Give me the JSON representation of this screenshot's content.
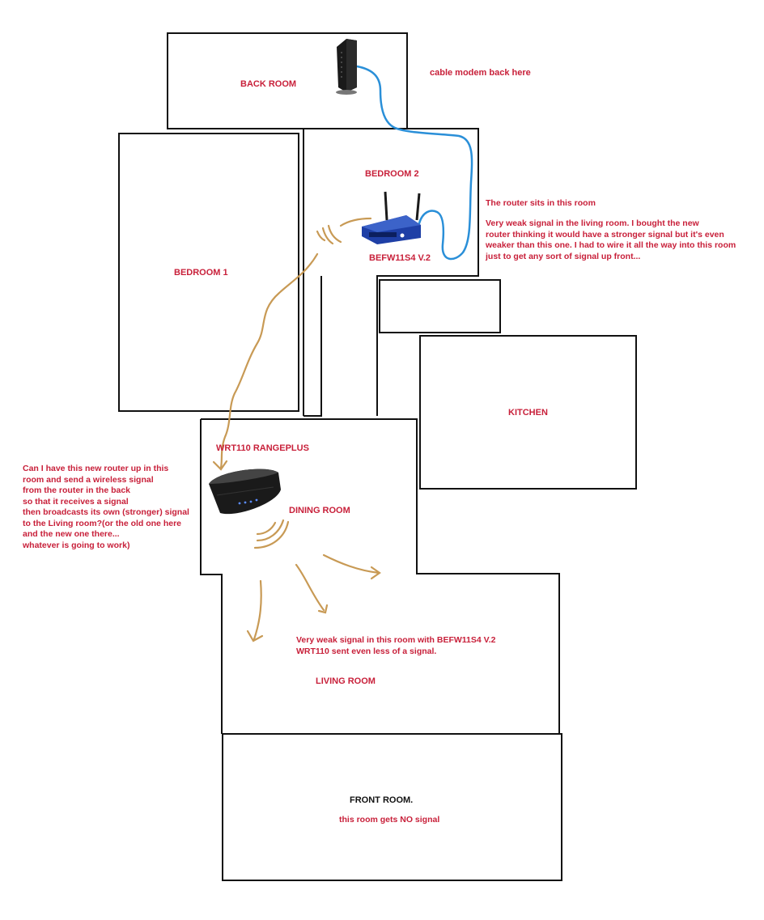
{
  "rooms": {
    "back_room": "BACK ROOM",
    "bedroom_1": "BEDROOM 1",
    "bedroom_2": "BEDROOM 2",
    "kitchen": "KITCHEN",
    "dining_room": "DINING ROOM",
    "living_room": "LIVING ROOM",
    "front_room": "FRONT ROOM."
  },
  "devices": {
    "modem_label": "cable modem back here",
    "router_old": "BEFW11S4 V.2",
    "router_new": "WRT110 RANGEPLUS"
  },
  "notes": {
    "router_room": "The router sits in this room",
    "weak_signal": "Very weak signal in the living room. I bought the new\nrouter thinking it would have a stronger signal but it's even\nweaker than this one. I had to wire it all the way into this room\njust to get any sort of signal up front...",
    "question": "Can I have this new router up in this\nroom and send a wireless signal\nfrom the router in the back\nso that it receives a signal\nthen broadcasts its own (stronger) signal\nto the Living room?(or the old one here\nand the new one there...\nwhatever is going to work)",
    "living_weak": "Very weak signal in this room with BEFW11S4 V.2\nWRT110 sent even less of a signal.",
    "front_no_signal": "this room gets NO signal"
  },
  "colors": {
    "label_red": "#c8203a",
    "cable_blue": "#2a8fd8",
    "signal_tan": "#c89a55",
    "wall": "#111111"
  }
}
